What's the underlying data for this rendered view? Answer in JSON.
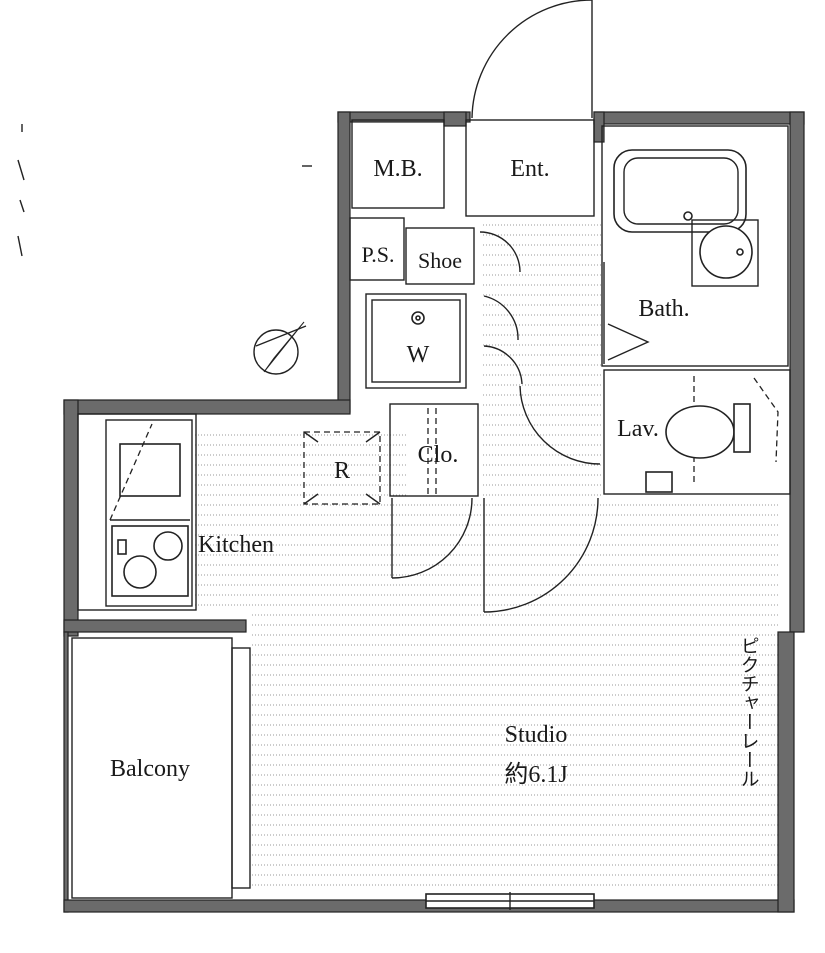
{
  "rooms": {
    "mb": "M.B.",
    "ent": "Ent.",
    "ps": "P.S.",
    "shoe": "Shoe",
    "w": "W",
    "bath": "Bath.",
    "lav": "Lav.",
    "r": "R",
    "clo": "Clo.",
    "kitchen": "Kitchen",
    "studio": "Studio",
    "studio_area": "約6.1J",
    "balcony": "Balcony"
  },
  "annotations": {
    "picture_rail": "ピクチャーレール"
  },
  "icons": {
    "north_arrow": "north-arrow-icon"
  }
}
